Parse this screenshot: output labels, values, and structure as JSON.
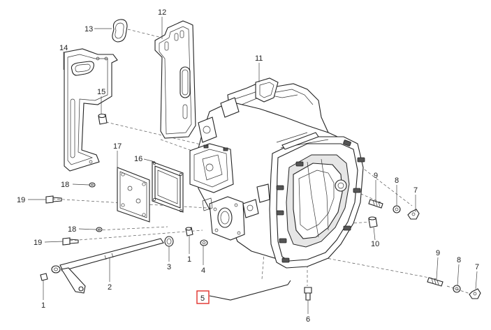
{
  "callouts": [
    {
      "id": "c13",
      "label": "13"
    },
    {
      "id": "c12",
      "label": "12"
    },
    {
      "id": "c14",
      "label": "14"
    },
    {
      "id": "c11",
      "label": "11"
    },
    {
      "id": "c15",
      "label": "15"
    },
    {
      "id": "c17",
      "label": "17"
    },
    {
      "id": "c16",
      "label": "16"
    },
    {
      "id": "c18a",
      "label": "18"
    },
    {
      "id": "c19a",
      "label": "19"
    },
    {
      "id": "c18b",
      "label": "18"
    },
    {
      "id": "c19b",
      "label": "19"
    },
    {
      "id": "c9a",
      "label": "9"
    },
    {
      "id": "c8a",
      "label": "8"
    },
    {
      "id": "c7a",
      "label": "7"
    },
    {
      "id": "c10",
      "label": "10"
    },
    {
      "id": "c3",
      "label": "3"
    },
    {
      "id": "c1a",
      "label": "1"
    },
    {
      "id": "c4",
      "label": "4"
    },
    {
      "id": "c2",
      "label": "2"
    },
    {
      "id": "c1b",
      "label": "1"
    },
    {
      "id": "c5",
      "label": "5"
    },
    {
      "id": "c6",
      "label": "6"
    },
    {
      "id": "c9b",
      "label": "9"
    },
    {
      "id": "c8b",
      "label": "8"
    },
    {
      "id": "c7b",
      "label": "7"
    }
  ],
  "highlight_color": "#e0302a"
}
